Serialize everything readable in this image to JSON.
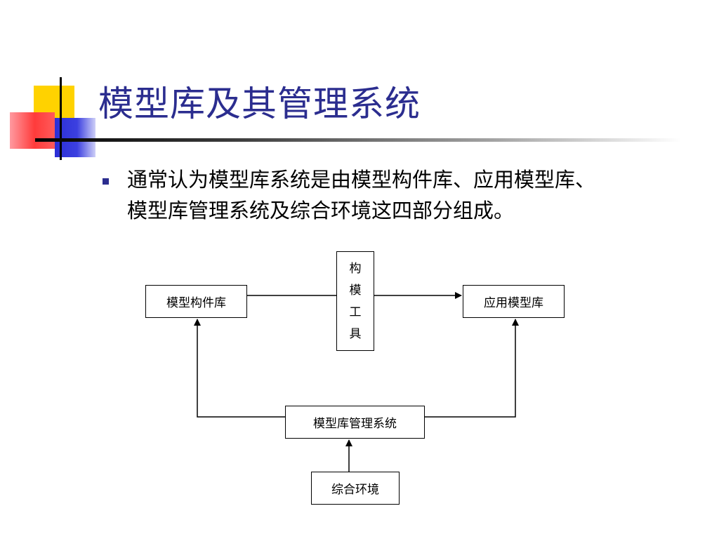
{
  "slide": {
    "title": "模型库及其管理系统",
    "bullet_lines": [
      "通常认为模型库系统是由模型构件库、应用模型库、",
      "模型库管理系统及综合环境这四部分组成。"
    ]
  },
  "diagram": {
    "nodes": {
      "component_library": "模型构件库",
      "application_library": "应用模型库",
      "tool": [
        "构",
        "模",
        "工",
        "具"
      ],
      "management_system": "模型库管理系统",
      "environment": "综合环境"
    }
  },
  "colors": {
    "title": "#2b2d8f",
    "bullet": "#2b2d8f",
    "deco_yellow": "#ffd200",
    "deco_blue": "#2b2fd6",
    "deco_red": "#ff3b3b"
  }
}
